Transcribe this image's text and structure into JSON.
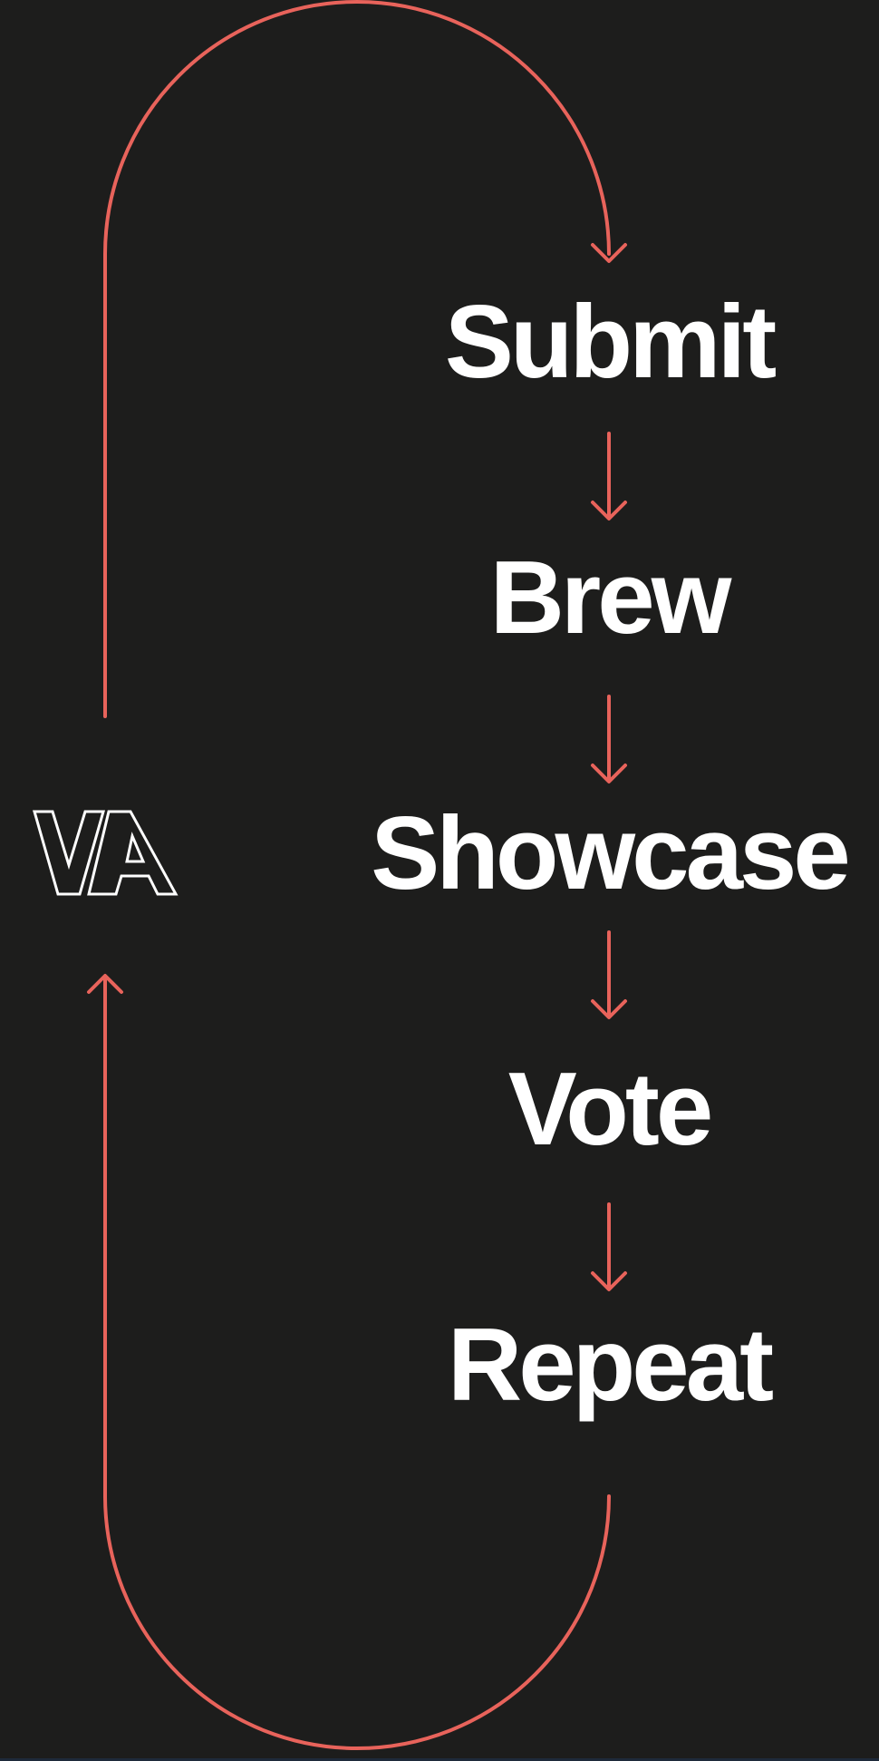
{
  "colors": {
    "background": "#1d1d1c",
    "accent": "#e8635b",
    "text": "#ffffff"
  },
  "logo": {
    "text": "VA",
    "style": "outlined-letters"
  },
  "flow": {
    "steps": [
      {
        "label": "Submit"
      },
      {
        "label": "Brew"
      },
      {
        "label": "Showcase"
      },
      {
        "label": "Vote"
      },
      {
        "label": "Repeat"
      }
    ],
    "connector": "down-arrow",
    "loop": "return-arrow-to-start"
  }
}
